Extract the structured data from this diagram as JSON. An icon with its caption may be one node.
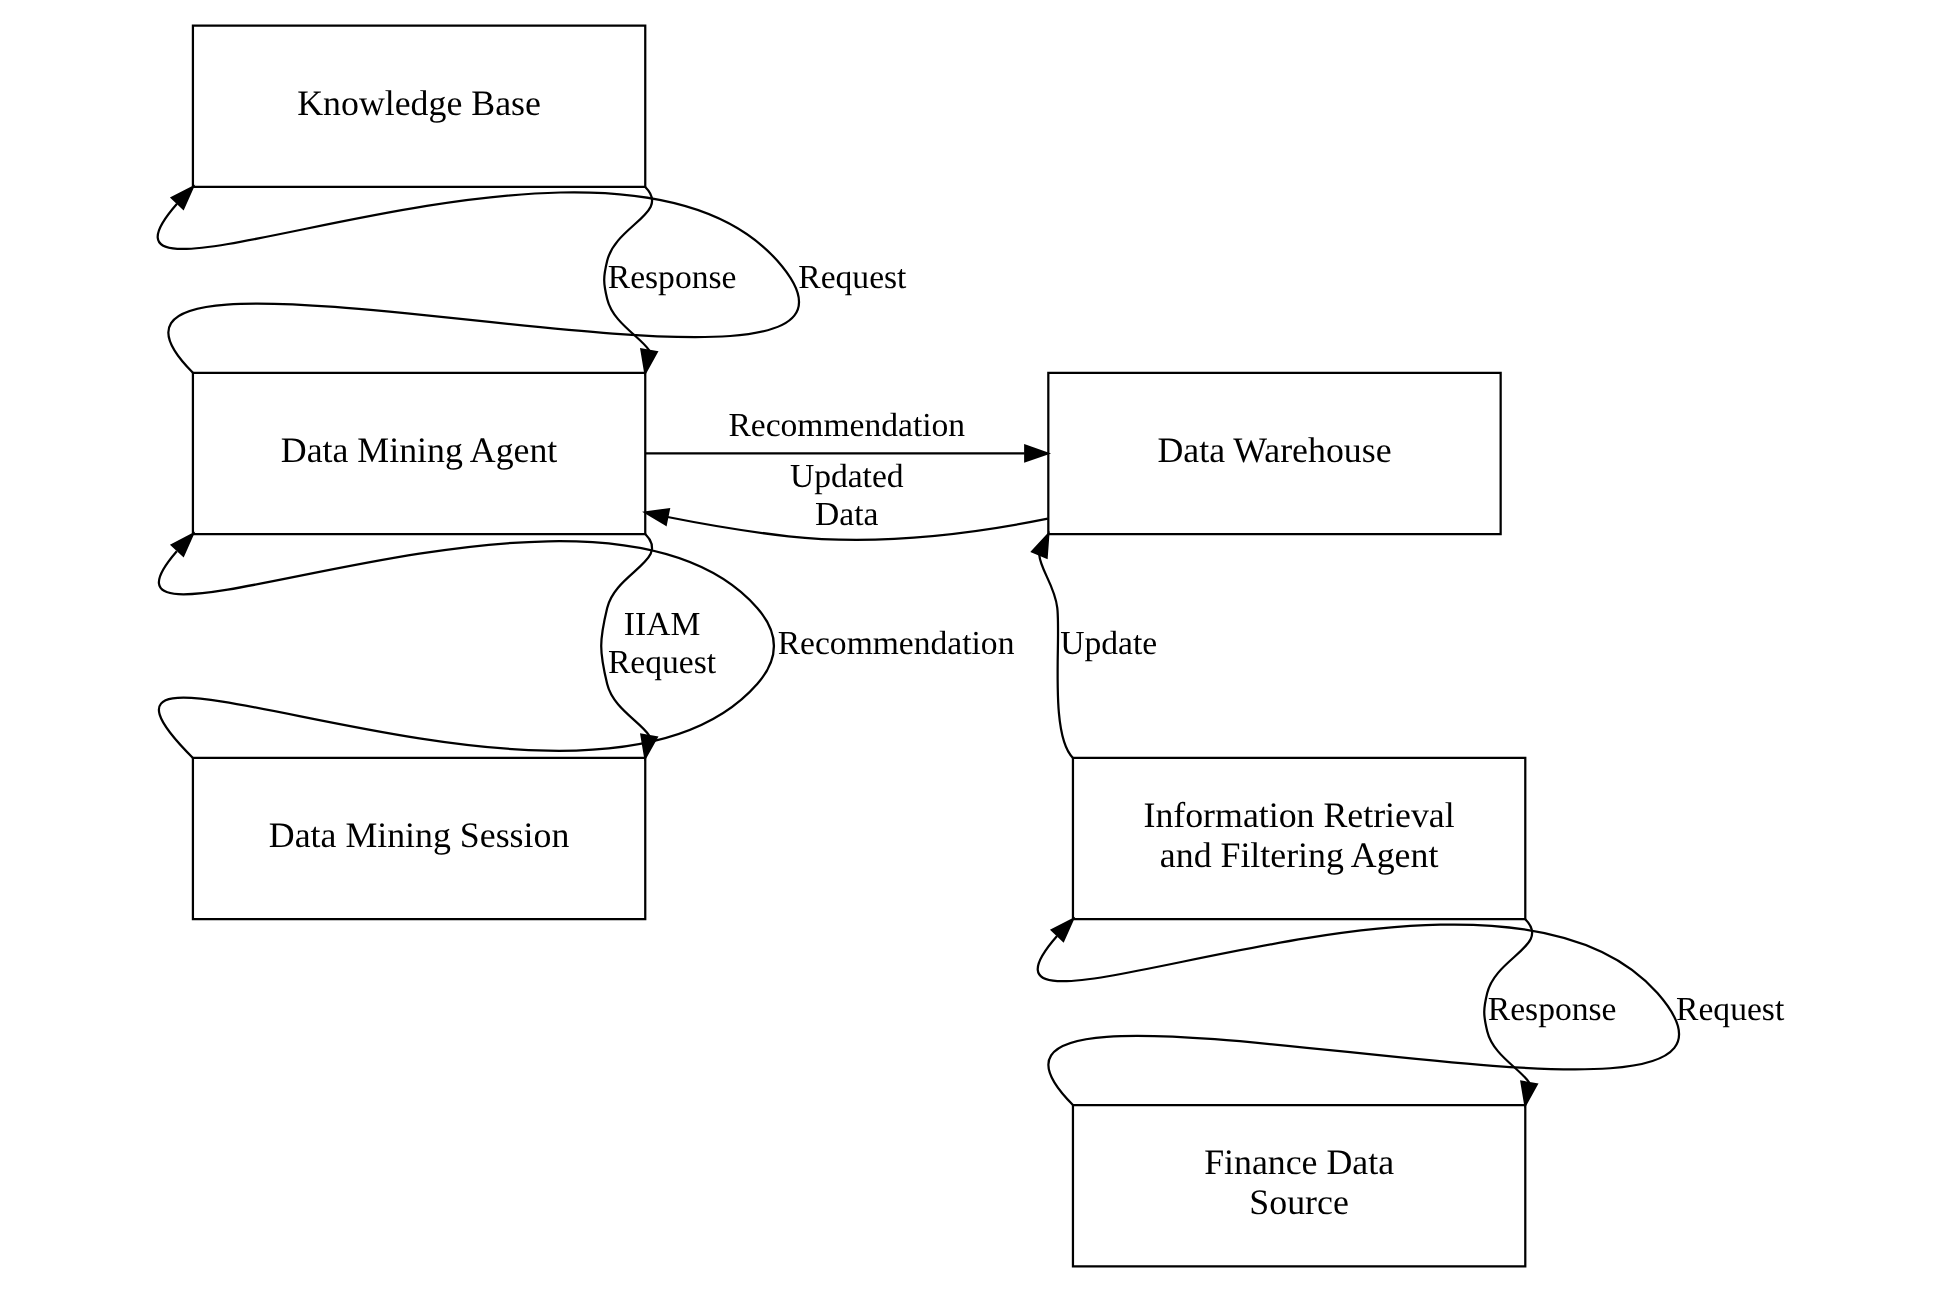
{
  "diagram": {
    "nodes": [
      {
        "text": [
          "Knowledge Base"
        ]
      },
      {
        "text": [
          "Data Mining Agent"
        ]
      },
      {
        "text": [
          "Data Warehouse"
        ]
      },
      {
        "text": [
          "Data Mining Session"
        ]
      },
      {
        "text": [
          "Information Retrieval and Filtering Agent"
        ]
      },
      {
        "text": [
          "Finance Data Source"
        ]
      }
    ],
    "edges": [
      {
        "from": 1,
        "to": 0,
        "arrow": "to",
        "label": "Request"
      },
      {
        "from": 0,
        "to": 1,
        "arrow": "to",
        "label": "Response"
      },
      {
        "from": 2,
        "to": 1,
        "arrow": "to",
        "label": "Updated Data"
      },
      {
        "from": 1,
        "to": 2,
        "arrow": "to",
        "label": "Recommendation"
      },
      {
        "from": 3,
        "to": 1,
        "arrow": "to",
        "label": "Recommendation"
      },
      {
        "from": 1,
        "to": 3,
        "arrow": "to",
        "label": "IIAM Request"
      },
      {
        "from": 4,
        "to": 2,
        "arrow": "to",
        "label": "Update"
      },
      {
        "from": 5,
        "to": 4,
        "arrow": "to",
        "label": "Request"
      },
      {
        "from": 4,
        "to": 5,
        "arrow": "to",
        "label": "Response"
      }
    ]
  }
}
